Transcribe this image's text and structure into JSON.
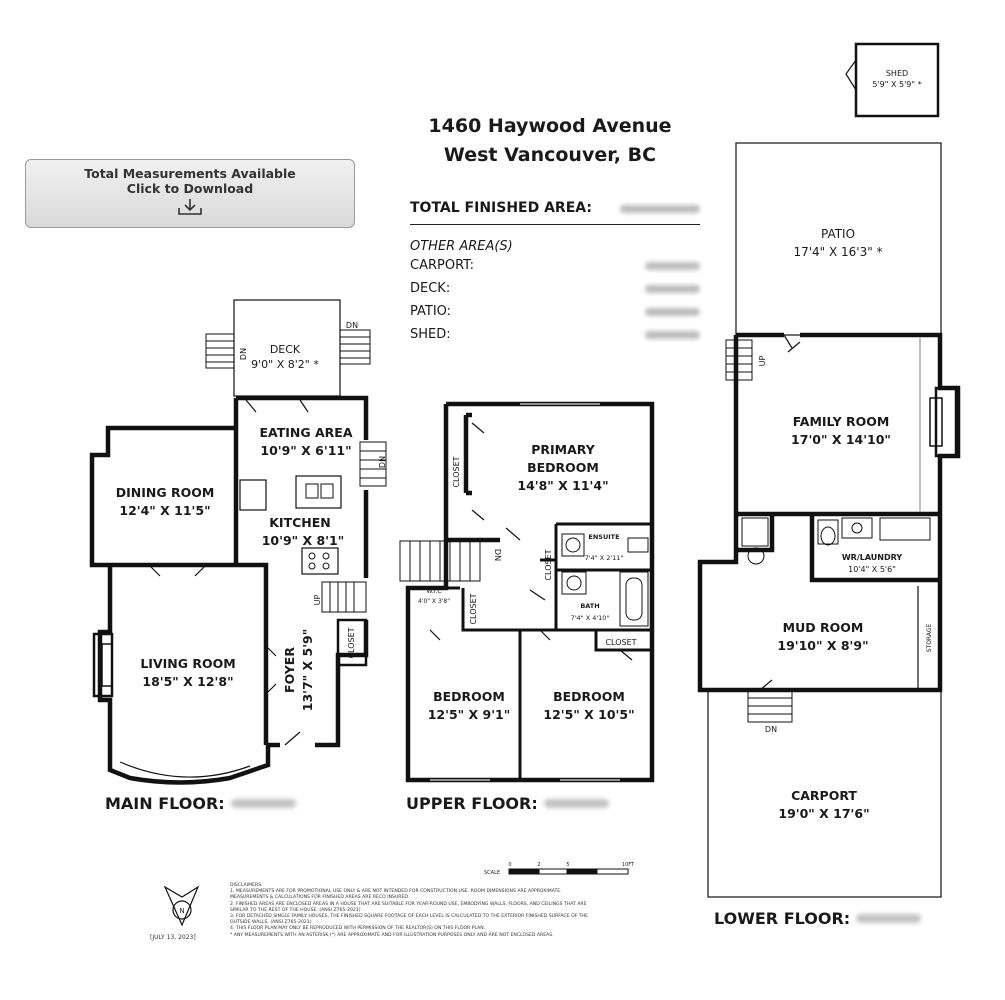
{
  "header": {
    "address_line1": "1460 Haywood Avenue",
    "address_line2": "West Vancouver, BC"
  },
  "download_button": {
    "line1": "Total Measurements Available",
    "line2": "Click to Download",
    "icon": "download-icon"
  },
  "areas": {
    "total_label": "TOTAL FINISHED AREA:",
    "other_label": "OTHER AREA(S)",
    "carport_label": "CARPORT:",
    "deck_label": "DECK:",
    "patio_label": "PATIO:",
    "shed_label": "SHED:"
  },
  "floors": {
    "main": "MAIN FLOOR:",
    "upper": "UPPER FLOOR:",
    "lower": "LOWER FLOOR:"
  },
  "rooms": {
    "deck": {
      "name": "DECK",
      "dims": "9'0\" X 8'2\" *"
    },
    "eating": {
      "name": "EATING AREA",
      "dims": "10'9\" X 6'11\""
    },
    "dining": {
      "name": "DINING ROOM",
      "dims": "12'4\" X 11'5\""
    },
    "kitchen": {
      "name": "KITCHEN",
      "dims": "10'9\" X 8'1\""
    },
    "living": {
      "name": "LIVING ROOM",
      "dims": "18'5\" X 12'8\""
    },
    "foyer": {
      "name": "FOYER",
      "dims": "13'7\" X 5'9\""
    },
    "main_closet": "CLOSET",
    "primary": {
      "name1": "PRIMARY",
      "name2": "BEDROOM",
      "dims": "14'8\" X 11'4\""
    },
    "upper_closet_left": "CLOSET",
    "ensuite": {
      "name": "ENSUITE",
      "dims": "7'4\" X 2'11\""
    },
    "upper_closet_mid": "CLOSET",
    "wic": {
      "name": "W.I.C",
      "dims": "4'0\" X 3'8\""
    },
    "wic_closet": "CLOSET",
    "bath": {
      "name": "BATH",
      "dims": "7'4\" X 4'10\""
    },
    "closet_br": "CLOSET",
    "bedroom1": {
      "name": "BEDROOM",
      "dims": "12'5\" X 9'1\""
    },
    "bedroom2": {
      "name": "BEDROOM",
      "dims": "12'5\" X 10'5\""
    },
    "shed": {
      "name": "SHED",
      "dims": "5'9\" X 5'9\" *"
    },
    "patio": {
      "name": "PATIO",
      "dims": "17'4\" X 16'3\" *"
    },
    "family": {
      "name": "FAMILY ROOM",
      "dims": "17'0\" X 14'10\""
    },
    "laundry": {
      "name": "WR/LAUNDRY",
      "dims": "10'4\" X 5'6\""
    },
    "mud": {
      "name": "MUD ROOM",
      "dims": "19'10\" X 8'9\""
    },
    "storage": "STORAGE",
    "carport": {
      "name": "CARPORT",
      "dims": "19'0\" X 17'6\""
    }
  },
  "stairs": {
    "dn": "DN",
    "up": "UP"
  },
  "scale": {
    "label": "SCALE",
    "t0": "0",
    "t1": "2",
    "t2": "5",
    "t3": "10FT"
  },
  "compass": {
    "label": "N"
  },
  "date": "[JULY 13, 2023]",
  "disclaimers": {
    "title": "DISCLAIMERS:",
    "l1": "1. MEASUREMENTS ARE FOR PROMOTIONAL USE ONLY & ARE NOT INTENDED FOR CONSTRUCTION USE. ROOM DIMENSIONS ARE APPROXIMATE.",
    "l2": "MEASUREMENTS & CALCULATIONS FOR FINISHED AREAS ARE RECO INSURED.",
    "l3": "2. FINISHED AREAS ARE ENCLOSED AREAS IN A HOUSE THAT ARE SUITABLE FOR YEAR-ROUND USE, EMBODYING WALLS, FLOORS, AND CEILINGS THAT ARE",
    "l4": "SIMILAR TO THE REST OF THE HOUSE. (ANSI Z765-2021)",
    "l5": "3. FOR DETACHED SINGLE FAMILY HOUSES, THE FINISHED SQUARE FOOTAGE OF EACH LEVEL IS CALCULATED TO THE EXTERIOR FINISHED SURFACE OF THE",
    "l6": "OUTSIDE WALLS. (ANSI Z765-2021)",
    "l7": "4. THIS FLOOR PLAN MAY ONLY BE REPRODUCED WITH PERMISSION OF THE REALTOR(S) ON THIS FLOOR PLAN.",
    "l8": "* ANY MEASUREMENTS WITH AN ASTERISK (*) ARE APPROXIMATE AND FOR ILLUSTRATION PURPOSES ONLY AND ARE NOT ENCLOSED AREAS."
  }
}
